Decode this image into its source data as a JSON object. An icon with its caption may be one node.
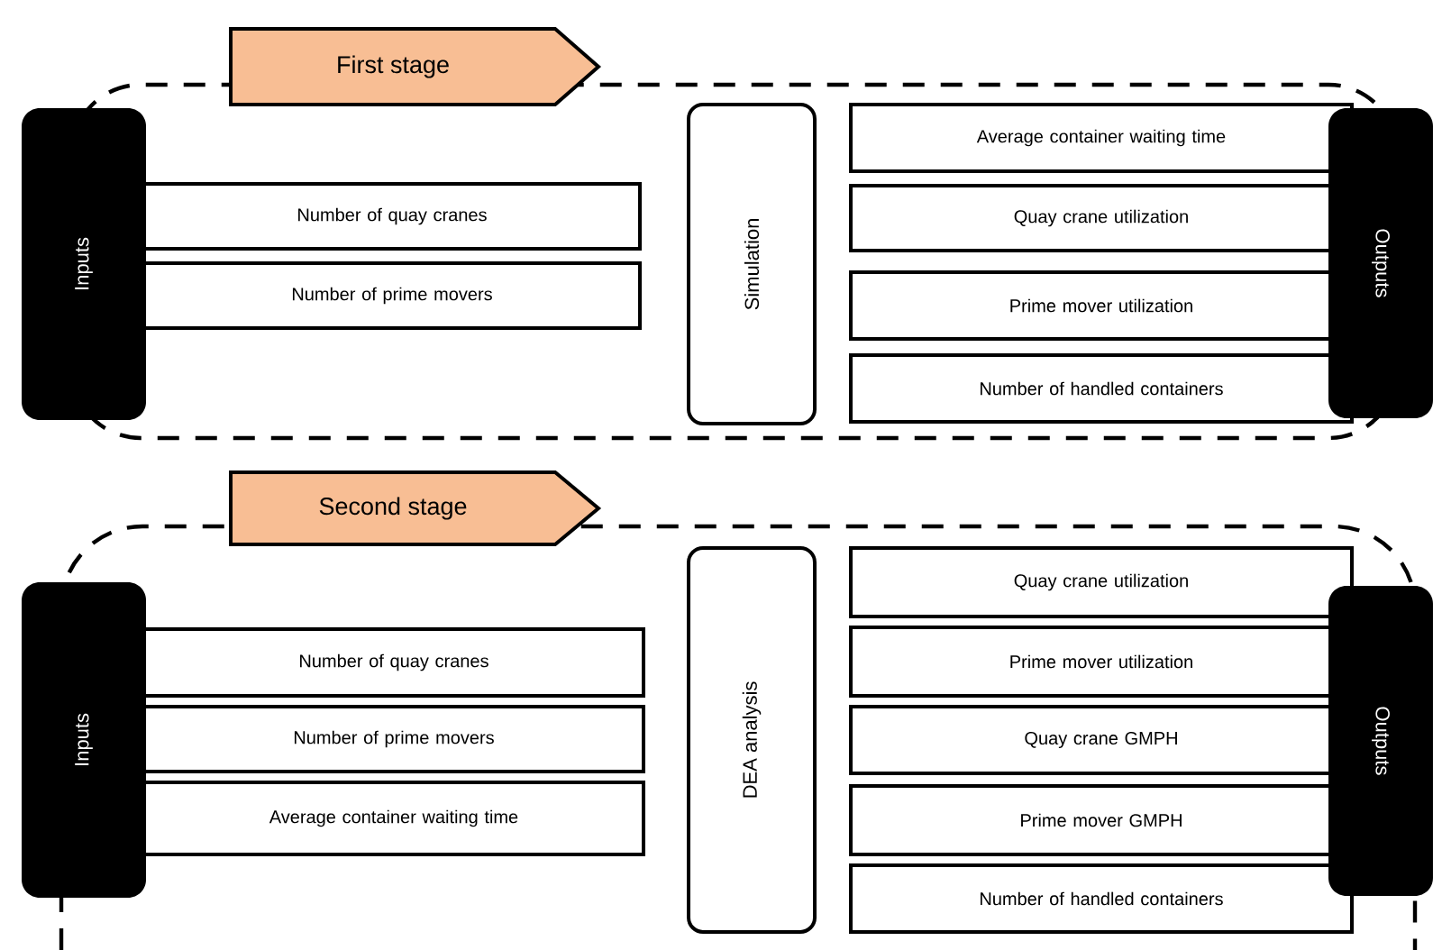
{
  "diagram": {
    "nodes": [
      {
        "text": [
          "First stage"
        ]
      },
      {
        "text": [
          "Inputs"
        ]
      },
      {
        "text": [
          "Number of quay cranes"
        ]
      },
      {
        "text": [
          "Number of prime movers"
        ]
      },
      {
        "text": [
          "Simulation"
        ]
      },
      {
        "text": [
          "Average container waiting time"
        ]
      },
      {
        "text": [
          "Quay crane utilization"
        ]
      },
      {
        "text": [
          "Prime mover utilization"
        ]
      },
      {
        "text": [
          "Number of handled containers"
        ]
      },
      {
        "text": [
          "Outputs"
        ]
      },
      {
        "text": [
          "Second stage"
        ]
      },
      {
        "text": [
          "Inputs"
        ]
      },
      {
        "text": [
          "Number of quay cranes"
        ]
      },
      {
        "text": [
          "Number of prime movers"
        ]
      },
      {
        "text": [
          "Average container waiting time"
        ]
      },
      {
        "text": [
          "DEA analysis"
        ]
      },
      {
        "text": [
          "Quay crane utilization"
        ]
      },
      {
        "text": [
          "Prime mover utilization"
        ]
      },
      {
        "text": [
          "Quay crane GMPH"
        ]
      },
      {
        "text": [
          "Prime mover GMPH"
        ]
      },
      {
        "text": [
          "Number of handled containers"
        ]
      },
      {
        "text": [
          "Outputs"
        ]
      }
    ]
  }
}
